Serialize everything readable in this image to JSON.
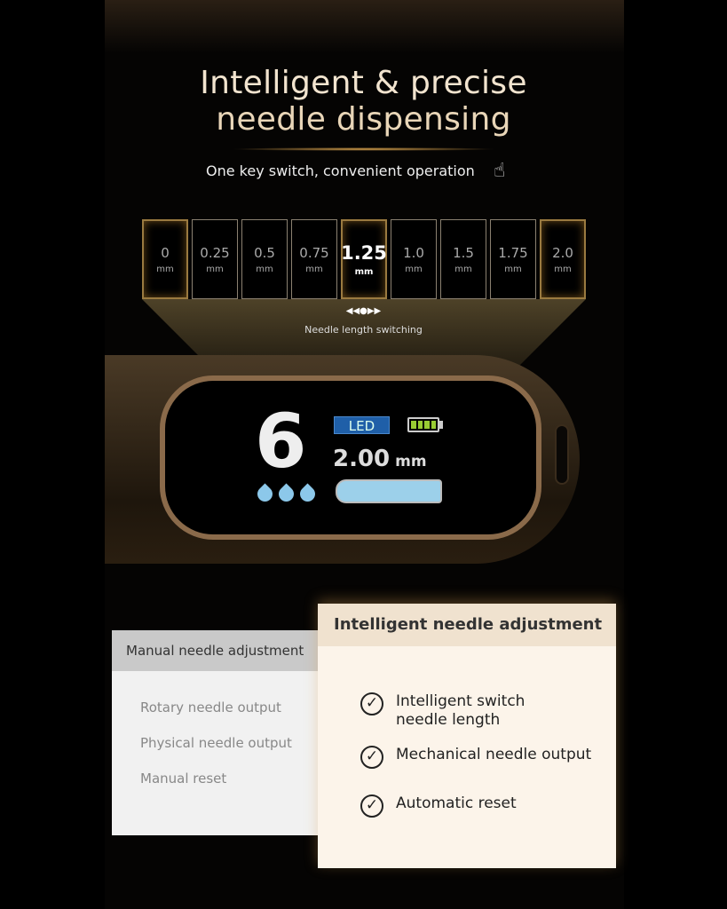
{
  "title_line1": "Intelligent & precise",
  "title_line2": "needle dispensing",
  "subtitle": "One key switch, convenient operation",
  "lengths": [
    {
      "value": "0",
      "unit": "mm"
    },
    {
      "value": "0.25",
      "unit": "mm"
    },
    {
      "value": "0.5",
      "unit": "mm"
    },
    {
      "value": "0.75",
      "unit": "mm"
    },
    {
      "value": "1.25",
      "unit": "mm"
    },
    {
      "value": "1.0",
      "unit": "mm"
    },
    {
      "value": "1.5",
      "unit": "mm"
    },
    {
      "value": "1.75",
      "unit": "mm"
    },
    {
      "value": "2.0",
      "unit": "mm"
    }
  ],
  "switch_arrows": "◀◀●▶▶",
  "switch_label": "Needle length switching",
  "display": {
    "level": "6",
    "mode": "LED",
    "length": "2.00",
    "unit": "mm",
    "battery_bars": 4
  },
  "manual": {
    "header": "Manual needle adjustment",
    "items": [
      "Rotary needle output",
      "Physical needle output",
      "Manual reset"
    ]
  },
  "intelligent": {
    "header": "Intelligent needle adjustment",
    "items": [
      "Intelligent switch needle length",
      "Mechanical needle output",
      "Automatic reset"
    ]
  },
  "colors": {
    "gold": "#9a7a40",
    "led_blue": "#1f5fa8",
    "screen_blue": "#9cd0ea"
  }
}
